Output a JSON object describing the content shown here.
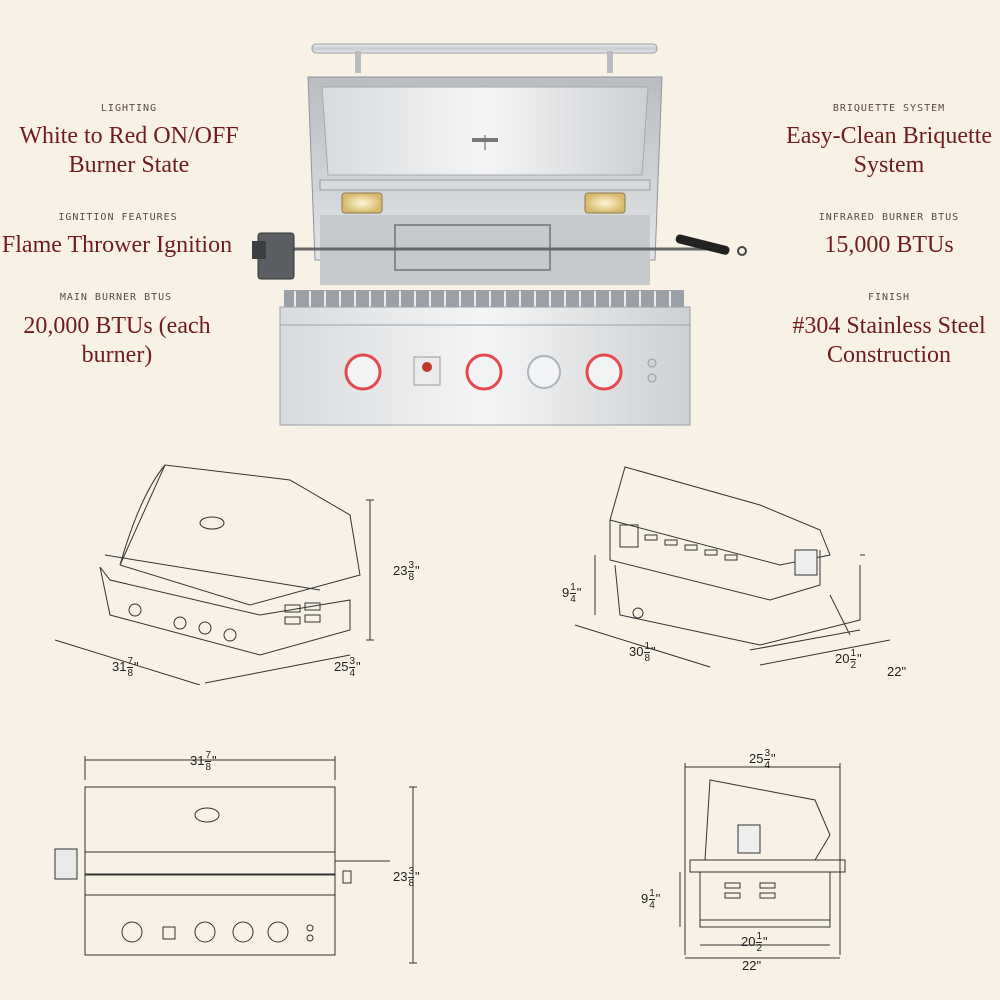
{
  "specs": {
    "lighting": {
      "label": "LIGHTING",
      "value_line1": "White to Red ON/OFF",
      "value_line2": "Burner State"
    },
    "ignition": {
      "label": "IGNITION FEATURES",
      "value_line1": "Flame Thrower Ignition"
    },
    "main_burner": {
      "label": "MAIN BURNER BTUS",
      "value_line1": "20,000 BTUs (each",
      "value_line2": "burner)"
    },
    "briquette": {
      "label": "BRIQUETTE SYSTEM",
      "value_line1": "Easy-Clean Briquette",
      "value_line2": "System"
    },
    "infrared": {
      "label": "INFRARED BURNER BTUS",
      "value_line1": "15,000 BTUs"
    },
    "finish": {
      "label": "FINISH",
      "value_line1": "#304 Stainless Steel",
      "value_line2": "Construction"
    }
  },
  "dimensions": {
    "iso_front": {
      "height_whole": "23",
      "height_num": "3",
      "height_den": "8",
      "width_whole": "31",
      "width_num": "7",
      "width_den": "8",
      "depth_whole": "25",
      "depth_num": "3",
      "depth_den": "4"
    },
    "iso_back": {
      "height_whole": "9",
      "height_num": "1",
      "height_den": "4",
      "width_whole": "30",
      "width_num": "1",
      "width_den": "8",
      "depth_whole": "20",
      "depth_num": "1",
      "depth_den": "2",
      "depth_total": "22\""
    },
    "front": {
      "width_whole": "31",
      "width_num": "7",
      "width_den": "8",
      "height_whole": "23",
      "height_num": "3",
      "height_den": "8"
    },
    "side": {
      "top_whole": "25",
      "top_num": "3",
      "top_den": "4",
      "height_whole": "9",
      "height_num": "1",
      "height_den": "4",
      "inner_whole": "20",
      "inner_num": "1",
      "inner_den": "2",
      "total": "22\""
    }
  },
  "brand_logo": "grill-brand-logo-icon"
}
